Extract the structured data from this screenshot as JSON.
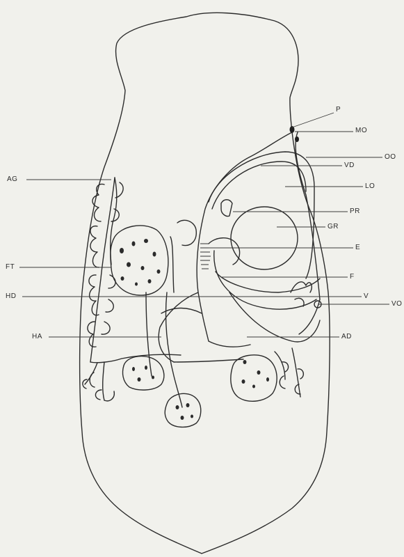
{
  "labels": {
    "P": "P",
    "MO": "MO",
    "OO": "OO",
    "VD": "VD",
    "LO": "LO",
    "AG": "AG",
    "PR": "PR",
    "GR": "GR",
    "E": "E",
    "FT": "FT",
    "F": "F",
    "HD": "HD",
    "V": "V",
    "VO": "VO",
    "HA": "HA",
    "AD": "AD"
  }
}
